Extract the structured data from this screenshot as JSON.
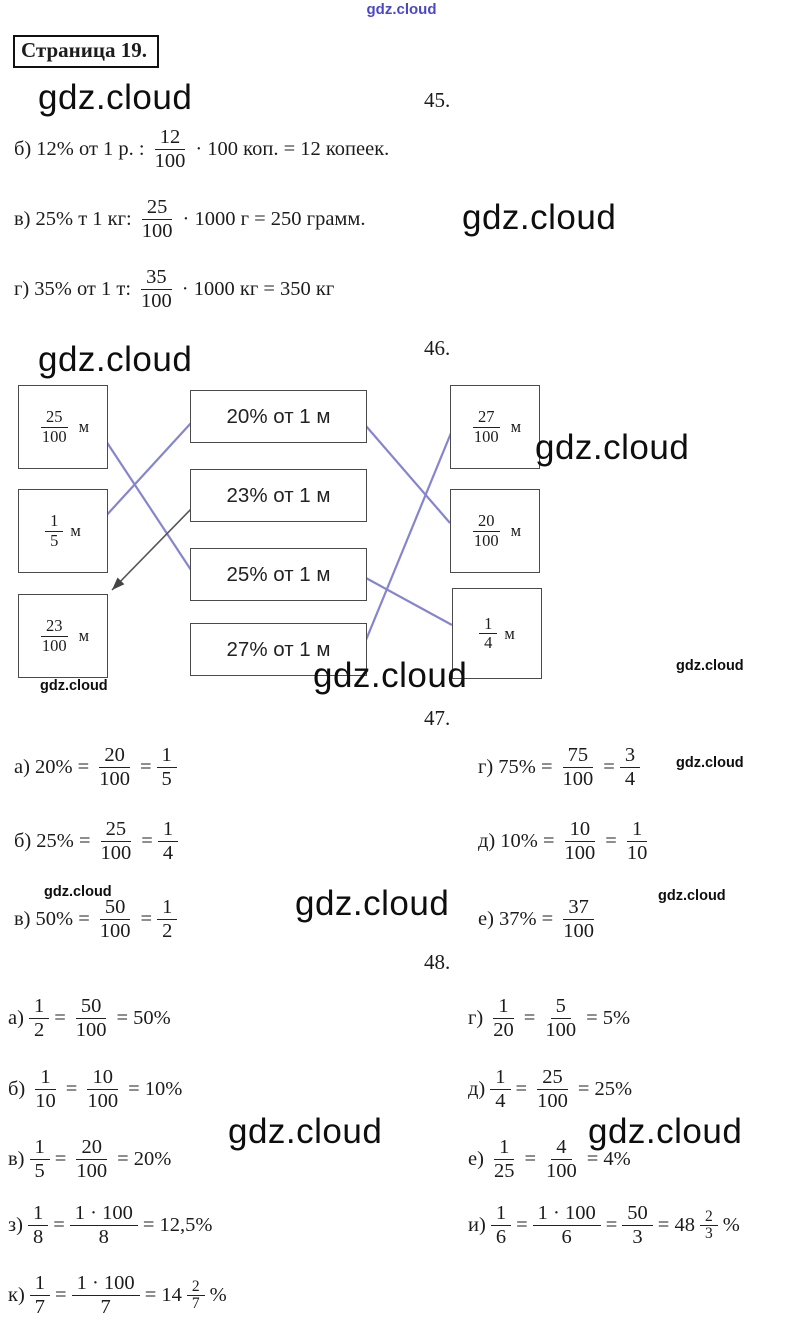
{
  "watermark": {
    "text": "gdz.cloud",
    "accent_color": "#4b48c8",
    "body_color": "#0e0e0e"
  },
  "header": {
    "page_label": "Страница 19."
  },
  "symbols": {
    "eq": "=",
    "pct": "%"
  },
  "p45": {
    "number": "45.",
    "items": [
      {
        "label": "б)",
        "lead": "12% от 1 р. :",
        "num": "12",
        "den": "100",
        "tail": "· 100 коп. = 12 копеек."
      },
      {
        "label": "в)",
        "lead": "25% т 1 кг:",
        "num": "25",
        "den": "100",
        "tail": "· 1000 г = 250 грамм."
      },
      {
        "label": "г)",
        "lead": "35% от 1 т:",
        "num": "35",
        "den": "100",
        "tail": "· 1000 кг = 350 кг"
      }
    ]
  },
  "p46": {
    "number": "46.",
    "left_boxes": [
      {
        "num": "25",
        "den": "100",
        "unit": "м"
      },
      {
        "num": "1",
        "den": "5",
        "unit": "м"
      },
      {
        "num": "23",
        "den": "100",
        "unit": "м"
      }
    ],
    "middle_boxes": [
      {
        "label": "20% от 1 м"
      },
      {
        "label": "23% от 1 м"
      },
      {
        "label": "25% от 1 м"
      },
      {
        "label": "27% от 1 м"
      }
    ],
    "right_boxes": [
      {
        "num": "27",
        "den": "100",
        "unit": "м"
      },
      {
        "num": "20",
        "den": "100",
        "unit": "м"
      },
      {
        "num": "1",
        "den": "4",
        "unit": "м"
      }
    ],
    "connections": [
      {
        "from": "25/100 м",
        "to": "25% от 1 м"
      },
      {
        "from": "1/5 м",
        "to": "20% от 1 м"
      },
      {
        "from": "23/100 м",
        "to": "23% от 1 м"
      },
      {
        "from": "20% от 1 м",
        "to": "20/100 м"
      },
      {
        "from": "27% от 1 м",
        "to": "27/100 м"
      },
      {
        "from": "25% от 1 м",
        "to": "1/4 м"
      }
    ]
  },
  "p47": {
    "number": "47.",
    "items": [
      {
        "label": "а)",
        "lead": "20% =",
        "f1n": "20",
        "f1d": "100",
        "f2n": "1",
        "f2d": "5"
      },
      {
        "label": "б)",
        "lead": "25% =",
        "f1n": "25",
        "f1d": "100",
        "f2n": "1",
        "f2d": "4"
      },
      {
        "label": "в)",
        "lead": "50% =",
        "f1n": "50",
        "f1d": "100",
        "f2n": "1",
        "f2d": "2"
      },
      {
        "label": "г)",
        "lead": "75% =",
        "f1n": "75",
        "f1d": "100",
        "f2n": "3",
        "f2d": "4"
      },
      {
        "label": "д)",
        "lead": "10% =",
        "f1n": "10",
        "f1d": "100",
        "f2n": "1",
        "f2d": "10"
      },
      {
        "label": "е)",
        "lead": "37% =",
        "f1n": "37",
        "f1d": "100"
      }
    ]
  },
  "p48": {
    "number": "48.",
    "items": [
      {
        "label": "а)",
        "f1n": "1",
        "f1d": "2",
        "f2n": "50",
        "f2d": "100",
        "result": "= 50%"
      },
      {
        "label": "б)",
        "f1n": "1",
        "f1d": "10",
        "f2n": "10",
        "f2d": "100",
        "result": "= 10%"
      },
      {
        "label": "в)",
        "f1n": "1",
        "f1d": "5",
        "f2n": "20",
        "f2d": "100",
        "result": "= 20%"
      },
      {
        "label": "з)",
        "f1n": "1",
        "f1d": "8",
        "f2n": "1 · 100",
        "f2d": "8",
        "result": "= 12,5%"
      },
      {
        "label": "к)",
        "f1n": "1",
        "f1d": "7",
        "f2n": "1 · 100",
        "f2d": "7",
        "result": "= 14",
        "mixn": "2",
        "mixd": "7",
        "pct": "%"
      },
      {
        "label": "г)",
        "f1n": "1",
        "f1d": "20",
        "f2n": "5",
        "f2d": "100",
        "result": "= 5%"
      },
      {
        "label": "д)",
        "f1n": "1",
        "f1d": "4",
        "f2n": "25",
        "f2d": "100",
        "result": "= 25%"
      },
      {
        "label": "е)",
        "f1n": "1",
        "f1d": "25",
        "f2n": "4",
        "f2d": "100",
        "result": "= 4%"
      },
      {
        "label": "и)",
        "f1n": "1",
        "f1d": "6",
        "f2n": "1 · 100",
        "f2d": "6",
        "eq2": "=",
        "f3n": "50",
        "f3d": "3",
        "result": "= 48",
        "mixn": "2",
        "mixd": "3",
        "pct": "%"
      }
    ]
  }
}
